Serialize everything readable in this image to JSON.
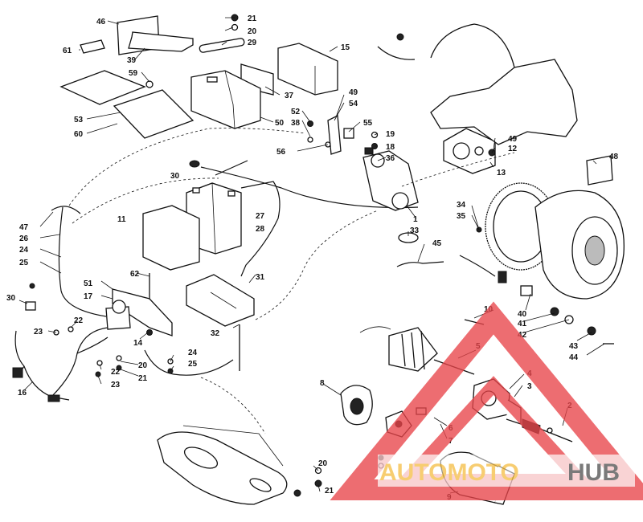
{
  "callouts": [
    "46",
    "21",
    "20",
    "29",
    "15",
    "61",
    "39",
    "59",
    "37",
    "49",
    "54",
    "52",
    "38",
    "55",
    "19",
    "18",
    "36",
    "56",
    "53",
    "60",
    "50",
    "49",
    "12",
    "13",
    "48",
    "30",
    "11",
    "28",
    "27",
    "34",
    "35",
    "1",
    "47",
    "26",
    "24",
    "25",
    "33",
    "45",
    "62",
    "51",
    "31",
    "17",
    "30",
    "40",
    "10",
    "41",
    "42",
    "43",
    "44",
    "22",
    "23",
    "14",
    "32",
    "20",
    "21",
    "24",
    "25",
    "22",
    "23",
    "16",
    "5",
    "4",
    "3",
    "2",
    "8",
    "6",
    "7",
    "20",
    "21",
    "9"
  ],
  "watermark": {
    "brand_part1": "AUTOMOTO",
    "brand_part2": "HUB",
    "color_primary": "#e8454a",
    "color_secondary": "#f5c04a",
    "color_dark": "#555555"
  }
}
